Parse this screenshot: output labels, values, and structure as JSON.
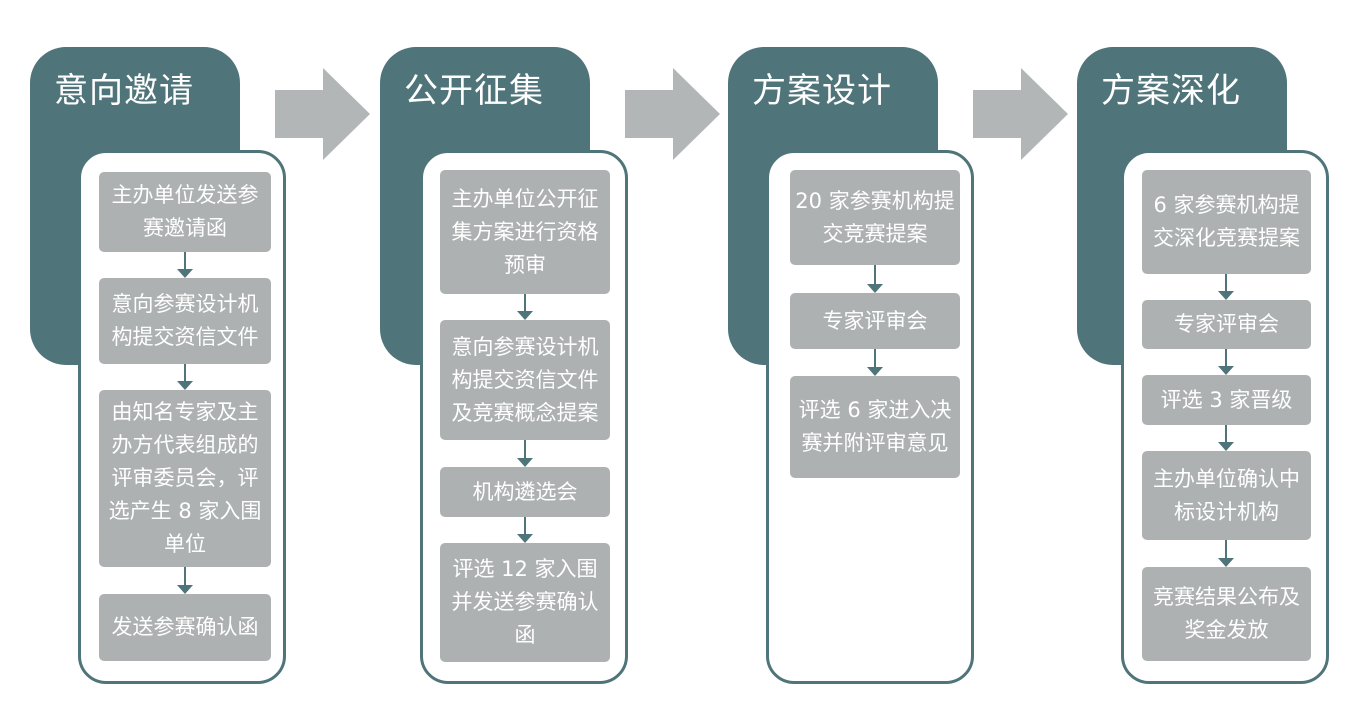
{
  "phases": [
    {
      "title": "意向邀请",
      "steps": [
        "主办单位发送参赛邀请函",
        "意向参赛设计机构提交资信文件",
        "由知名专家及主办方代表组成的评审委员会，评选产生 8 家入围单位",
        "发送参赛确认函"
      ]
    },
    {
      "title": "公开征集",
      "steps": [
        "主办单位公开征集方案进行资格预审",
        "意向参赛设计机构提交资信文件及竞赛概念提案",
        "机构遴选会",
        "评选 12 家入围并发送参赛确认函"
      ]
    },
    {
      "title": "方案设计",
      "steps": [
        "20 家参赛机构提交竞赛提案",
        "专家评审会",
        "评选 6 家进入决赛并附评审意见"
      ]
    },
    {
      "title": "方案深化",
      "steps": [
        "6 家参赛机构提交深化竞赛提案",
        "专家评审会",
        "评选 3 家晋级",
        "主办单位确认中标设计机构",
        "竞赛结果公布及奖金发放"
      ]
    }
  ],
  "colors": {
    "tab": "#4f7479",
    "step_fill": "#aeb1b2",
    "connector_arrow": "#4f7479",
    "phase_arrow": "#b3b6b7"
  }
}
